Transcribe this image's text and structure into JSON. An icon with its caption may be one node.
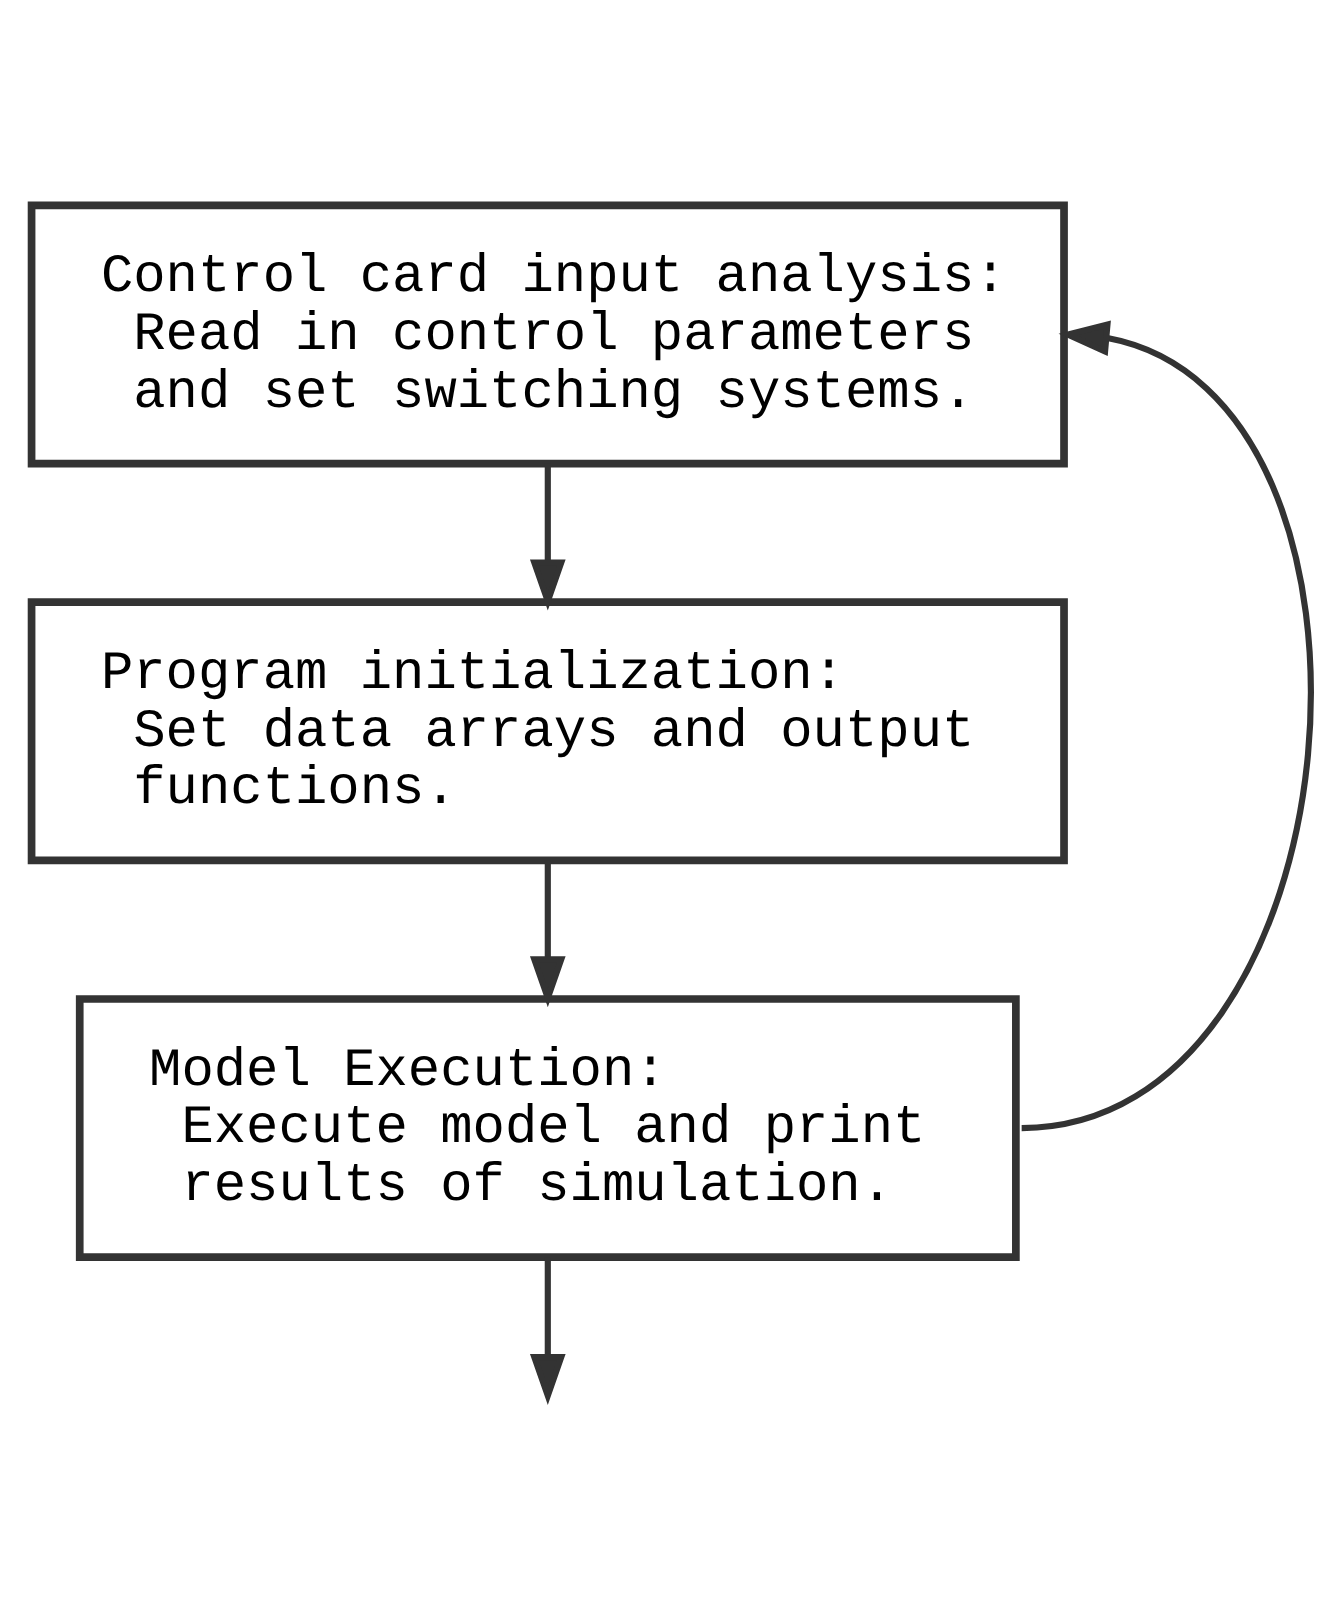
{
  "diagram": {
    "nodes": [
      {
        "text": [
          "Control card input analysis:",
          "Read in control parameters and set switching systems."
        ]
      },
      {
        "text": [
          "Program initialization:",
          "Set data arrays and output functions."
        ]
      },
      {
        "text": [
          "Model Execution:",
          "Execute model and print results of simulation."
        ]
      }
    ],
    "edges": [
      {
        "from": 0,
        "to": 1,
        "arrow": "to"
      },
      {
        "from": 1,
        "to": 2,
        "arrow": "to"
      },
      {
        "from": 2,
        "to": null,
        "arrow": "to"
      },
      {
        "from": 2,
        "to": 0,
        "arrow": "to"
      }
    ]
  }
}
